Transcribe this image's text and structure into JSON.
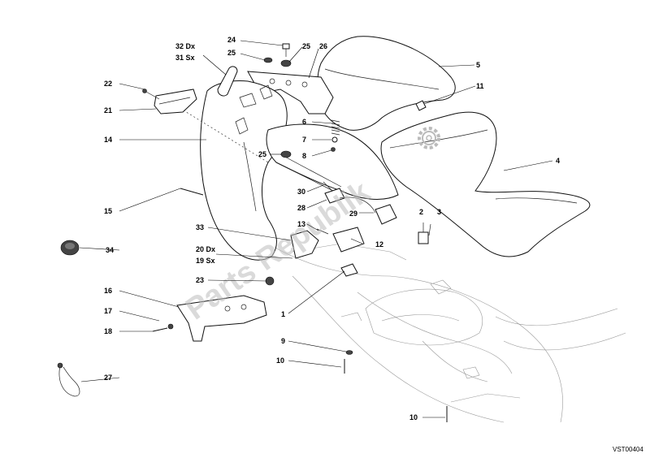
{
  "diagram_code": "VST00404",
  "watermark": "Parts Republik",
  "callouts": {
    "c1": "1",
    "c2": "2",
    "c3": "3",
    "c4": "4",
    "c5": "5",
    "c6": "6",
    "c7": "7",
    "c8": "8",
    "c9": "9",
    "c10a": "10",
    "c10b": "10",
    "c11": "11",
    "c12": "12",
    "c13": "13",
    "c14": "14",
    "c15": "15",
    "c16": "16",
    "c17": "17",
    "c18": "18",
    "c19": "19 Sx",
    "c20": "20 Dx",
    "c21": "21",
    "c22": "22",
    "c23": "23",
    "c24": "24",
    "c25a": "25",
    "c25b": "25",
    "c25c": "25",
    "c26": "26",
    "c27": "27",
    "c28": "28",
    "c29": "29",
    "c30": "30",
    "c31": "31 Sx",
    "c32": "32 Dx",
    "c33": "33",
    "c34": "34"
  }
}
